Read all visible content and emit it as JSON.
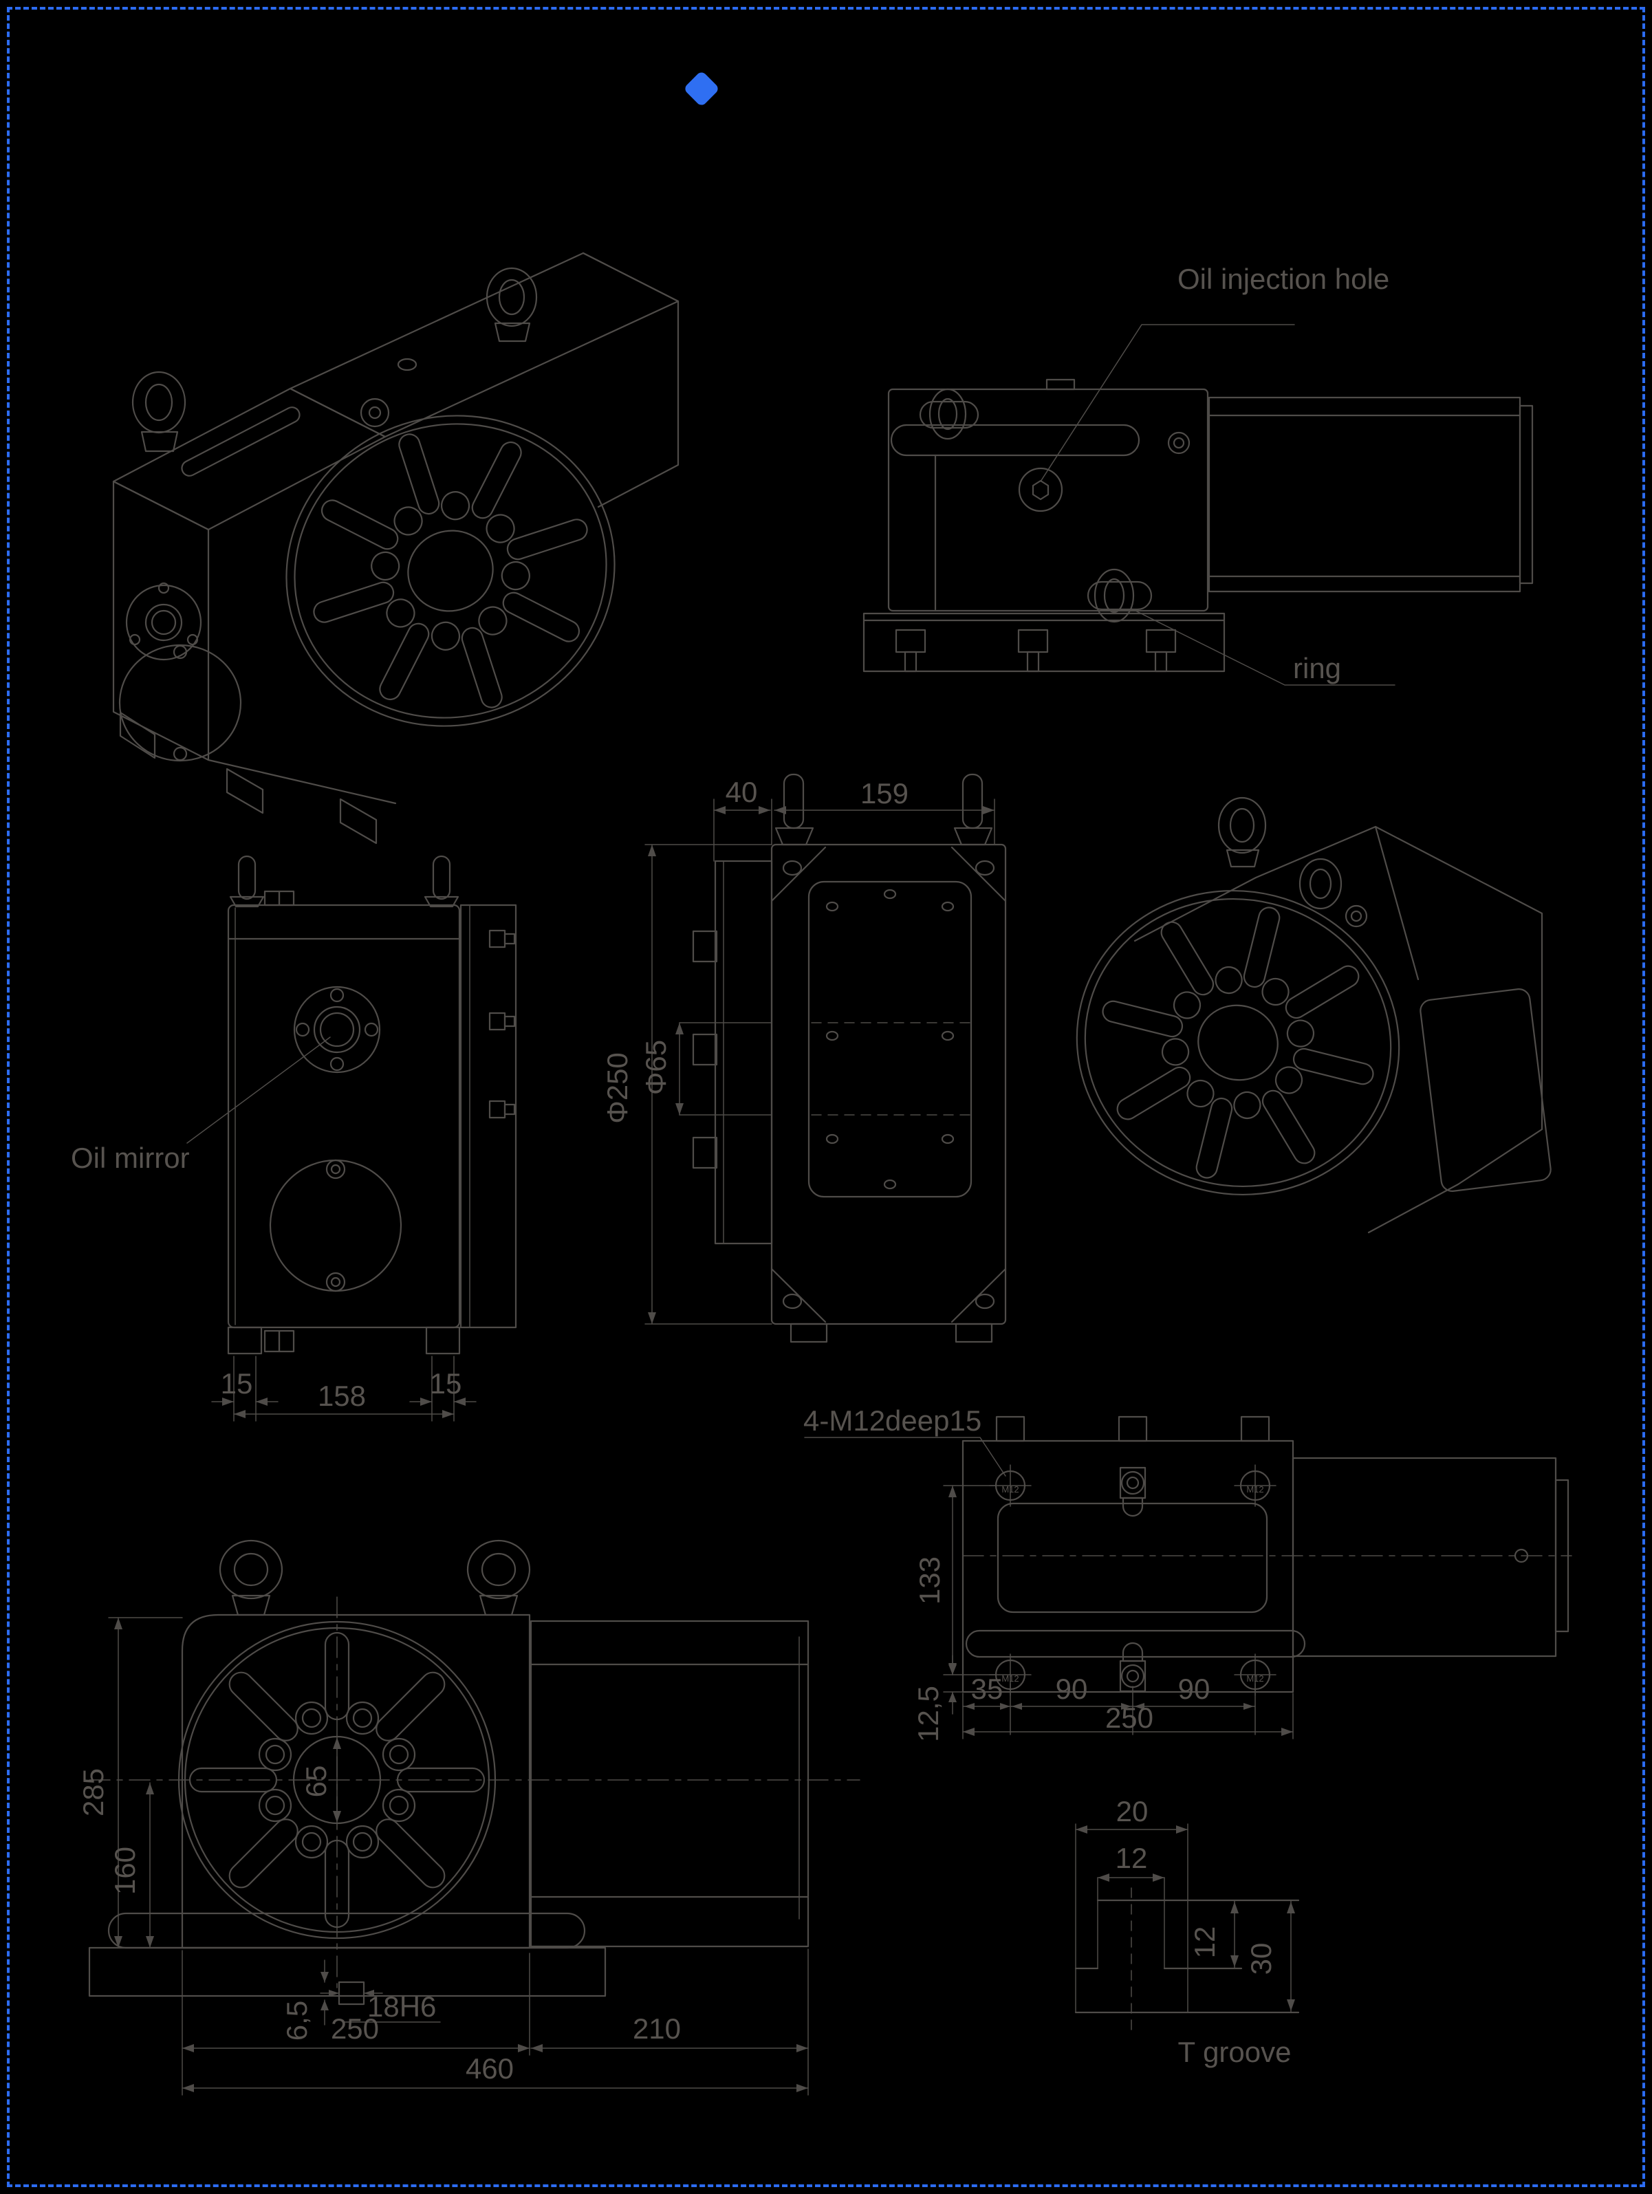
{
  "canvas": {
    "background": "#000000",
    "line_color": "#4f4c49",
    "text_color": "#57534f",
    "border_color": "#2c6cf2",
    "accent_color": "#2f6ff2"
  },
  "callouts": {
    "oil_injection_hole": "Oil injection hole",
    "ring": "ring",
    "oil_mirror": "Oil mirror",
    "thread_callout": "4-M12deep15",
    "t_groove": "T groove",
    "thread_mark": "M12"
  },
  "dims": {
    "flange_offset": "40",
    "body_width_rear": "159",
    "faceplate_dia": "Φ250",
    "spigot_dia": "Φ65",
    "foot_left": "15",
    "base_width": "158",
    "foot_right": "15",
    "bolt_span_vert": "133",
    "edge_margin": "12,5",
    "bolt_offset": "35",
    "bolt_pitch_a": "90",
    "bolt_pitch_b": "90",
    "base_length": "250",
    "total_height": "285",
    "center_height": "160",
    "center_bore": "65",
    "key_depth": "6,5",
    "key_slot": "18H6",
    "front_width": "250",
    "housing_length": "210",
    "total_length": "460",
    "tslot_width_bottom": "20",
    "tslot_width_top": "12",
    "tslot_depth_top": "12",
    "tslot_depth_total": "30"
  }
}
